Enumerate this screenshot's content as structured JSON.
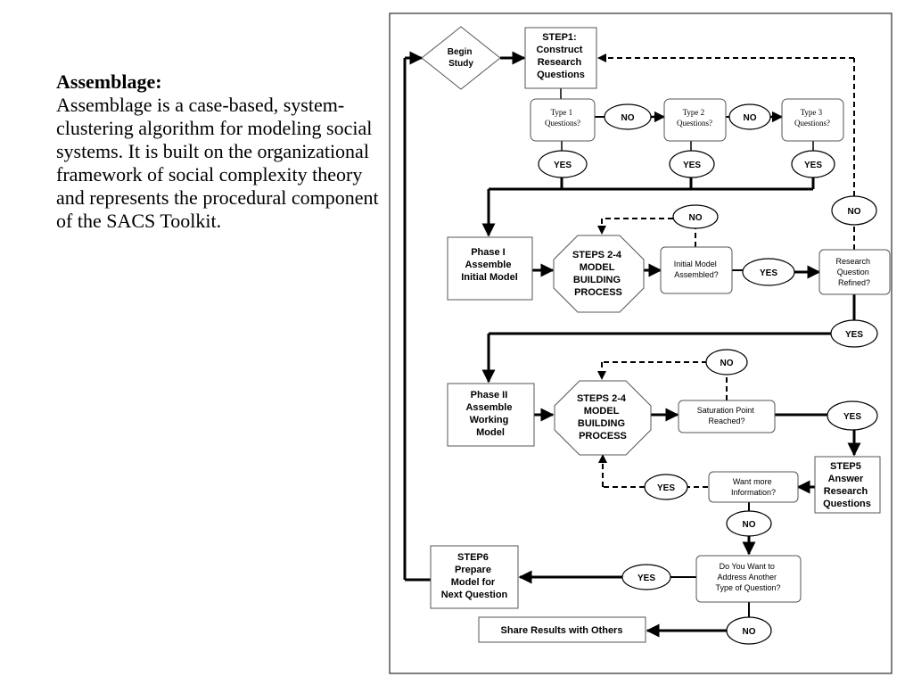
{
  "intro": {
    "title": "Assemblage:",
    "body": "Assemblage is a case-based, system-clustering algorithm for modeling social systems.  It is built on the organizational framework of social complexity theory and represents the procedural component of the SACS Toolkit."
  },
  "flowchart": {
    "begin": [
      "Begin",
      "Study"
    ],
    "step1": [
      "STEP1:",
      "Construct",
      "Research",
      "Questions"
    ],
    "type1": [
      "Type 1",
      "Questions?"
    ],
    "type2": [
      "Type 2",
      "Questions?"
    ],
    "type3": [
      "Type 3",
      "Questions?"
    ],
    "phase1": [
      "Phase I",
      "Assemble",
      "Initial Model"
    ],
    "steps24_a": [
      "STEPS 2-4",
      "MODEL",
      "BUILDING",
      "PROCESS"
    ],
    "initial_model": [
      "Initial Model",
      "Assembled?"
    ],
    "rq_refined": [
      "Research",
      "Question",
      "Refined?"
    ],
    "phase2": [
      "Phase II",
      "Assemble",
      "Working",
      "Model"
    ],
    "steps24_b": [
      "STEPS 2-4",
      "MODEL",
      "BUILDING",
      "PROCESS"
    ],
    "saturation": [
      "Saturation Point",
      "Reached?"
    ],
    "step5": [
      "STEP5",
      "Answer",
      "Research",
      "Questions"
    ],
    "want_more": [
      "Want more",
      "Information?"
    ],
    "step6": [
      "STEP6",
      "Prepare",
      "Model for",
      "Next Question"
    ],
    "address_another": [
      "Do You Want to",
      "Address Another",
      "Type of Question?"
    ],
    "share": "Share Results with Others",
    "yes": "YES",
    "no": "NO"
  }
}
